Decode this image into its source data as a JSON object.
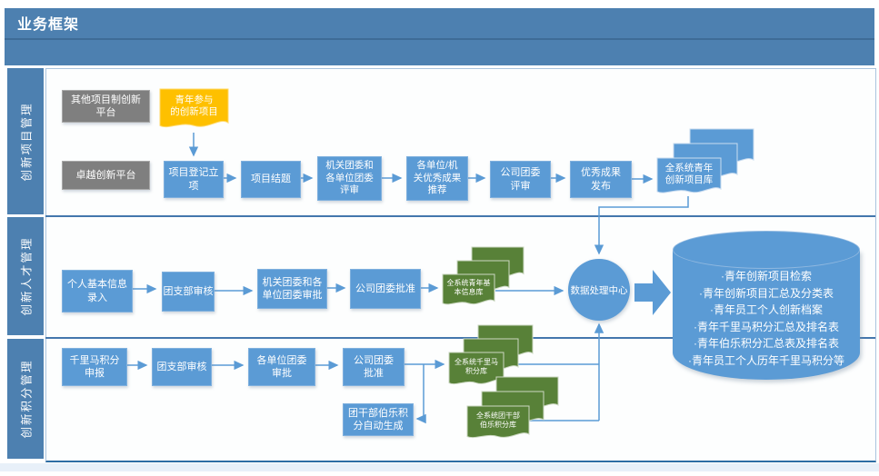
{
  "header": {
    "title": "业务框架"
  },
  "lanes": [
    {
      "label": "创新项目管理"
    },
    {
      "label": "创新人才管理"
    },
    {
      "label": "创新积分管理"
    }
  ],
  "project_lane": {
    "other_platform": "其他项目制创新\n平台",
    "excellence_platform": "卓越创新平台",
    "youth_project_doc": "青年参与\n的创新项目",
    "step_register": "项目登记立\n项",
    "step_conclude": "项目结题",
    "step_committee_review": "机关团委和\n各单位团委\n评审",
    "step_recommend": "各单位/机\n关优秀成果\n推荐",
    "step_company_review": "公司团委\n评审",
    "step_publish": "优秀成果\n发布",
    "repo_projects": "全系统青年\n创新项目库"
  },
  "talent_lane": {
    "step_info_entry": "个人基本信息\n录入",
    "step_branch_review": "团支部审核",
    "step_committee_approve": "机关团委和各\n单位团委审批",
    "step_company_approve": "公司团委批准",
    "repo_basic_info": "全系统青年基\n本信息库"
  },
  "points_lane": {
    "step_declare": "千里马积分\n申报",
    "step_branch_review": "团支部审核",
    "step_unit_approve": "各单位团委\n审批",
    "step_company_approve": "公司团委\n批准",
    "repo_qianlima": "全系统千里马\n积分库",
    "step_bole_auto": "团干部伯乐积\n分自动生成",
    "repo_bole": "全系统团干部\n伯乐积分库"
  },
  "hub": {
    "label": "数据处理中心"
  },
  "database": {
    "lines": [
      "·青年创新项目检索",
      "·青年创新项目汇总及分类表",
      "·青年员工个人创新档案",
      "·青年千里马积分汇总及排名表",
      "·青年伯乐积分汇总表及排名表",
      "·青年员工个人历年千里马积分等"
    ]
  },
  "colors": {
    "node_blue": "#5b9bd5",
    "header_blue": "#4d80b0",
    "gray": "#7f7f7f",
    "yellow": "#fec000",
    "green": "#588138"
  }
}
